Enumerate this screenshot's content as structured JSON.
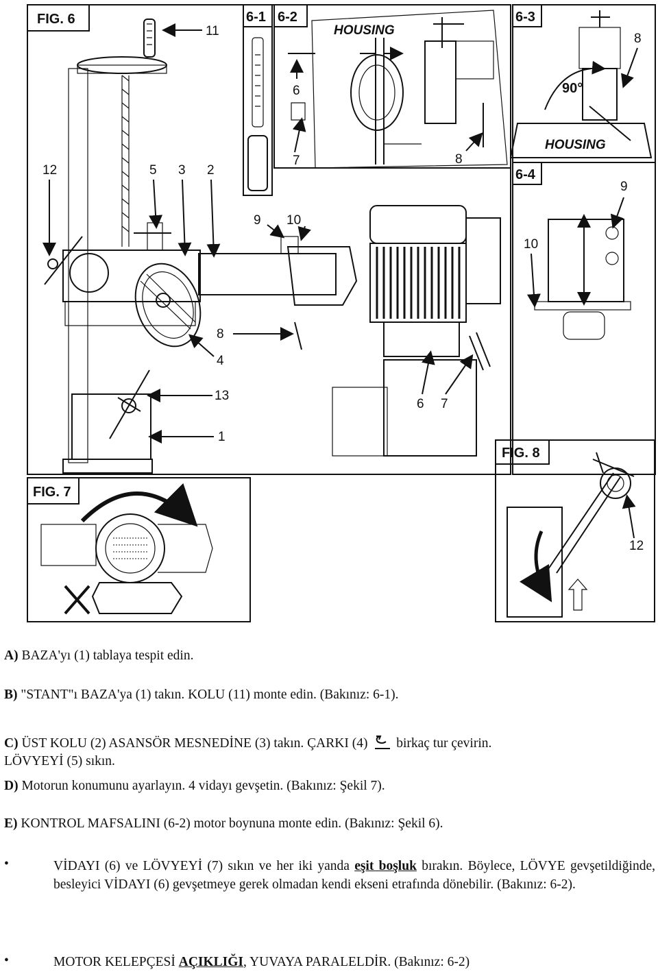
{
  "figures": {
    "fig6": "FIG. 6",
    "fig6_1": "6-1",
    "fig6_2": "6-2",
    "fig6_3": "6-3",
    "fig6_4": "6-4",
    "fig7": "FIG. 7",
    "fig8": "FIG. 8",
    "housing": "HOUSING",
    "angle": "90°"
  },
  "callouts": {
    "c11": "11",
    "c12": "12",
    "c5": "5",
    "c3": "3",
    "c2": "2",
    "c9": "9",
    "c10": "10",
    "c8": "8",
    "c4": "4",
    "c13": "13",
    "c1": "1",
    "c6": "6",
    "c7": "7",
    "c61_6": "6",
    "c61_7": "7",
    "c62_8": "8",
    "c63_8": "8",
    "c64_9": "9",
    "c64_10": "10",
    "c8_12": "12"
  },
  "instructions": {
    "a_letter": "A)",
    "a_text": " BAZA'yı (1) tablaya tespit edin.",
    "b_letter": "B)",
    "b_text": " \"STANT\"ı BAZA'ya (1) takın. KOLU (11) monte edin. (Bakınız: 6-1).",
    "c_letter": "C)",
    "c_text1": " ÜST KOLU (2) ASANSÖR MESNEDİNE (3) takın. ÇARKI (4)",
    "c_text2": " birkaç tur çevirin.",
    "c_text3": "LÖVYEYİ (5) sıkın.",
    "d_letter": "D)",
    "d_text": " Motorun konumunu ayarlayın. 4 vidayı gevşetin. (Bakınız: Şekil 7).",
    "e_letter": "E)",
    "e_text": " KONTROL MAFSALINI (6-2) motor boynuna monte edin. (Bakınız: Şekil 6).",
    "bullet": "•",
    "bullet1_pre": "VİDAYI (6) ve LÖVYEYİ (7) sıkın ve her iki yanda ",
    "bullet1_u": "eşit boşluk",
    "bullet1_post": " bırakın. Böylece, LÖVYE gevşetildiğinde, besleyici VİDAYI (6) gevşetmeye gerek olmadan kendi ekseni etrafında dönebilir. (Bakınız: 6-2).",
    "bullet2_pre": "MOTOR KELEPÇESİ ",
    "bullet2_u": "AÇIKLIĞI",
    "bullet2_post": ", YUVAYA PARALELDİR. (Bakınız: 6-2)"
  }
}
